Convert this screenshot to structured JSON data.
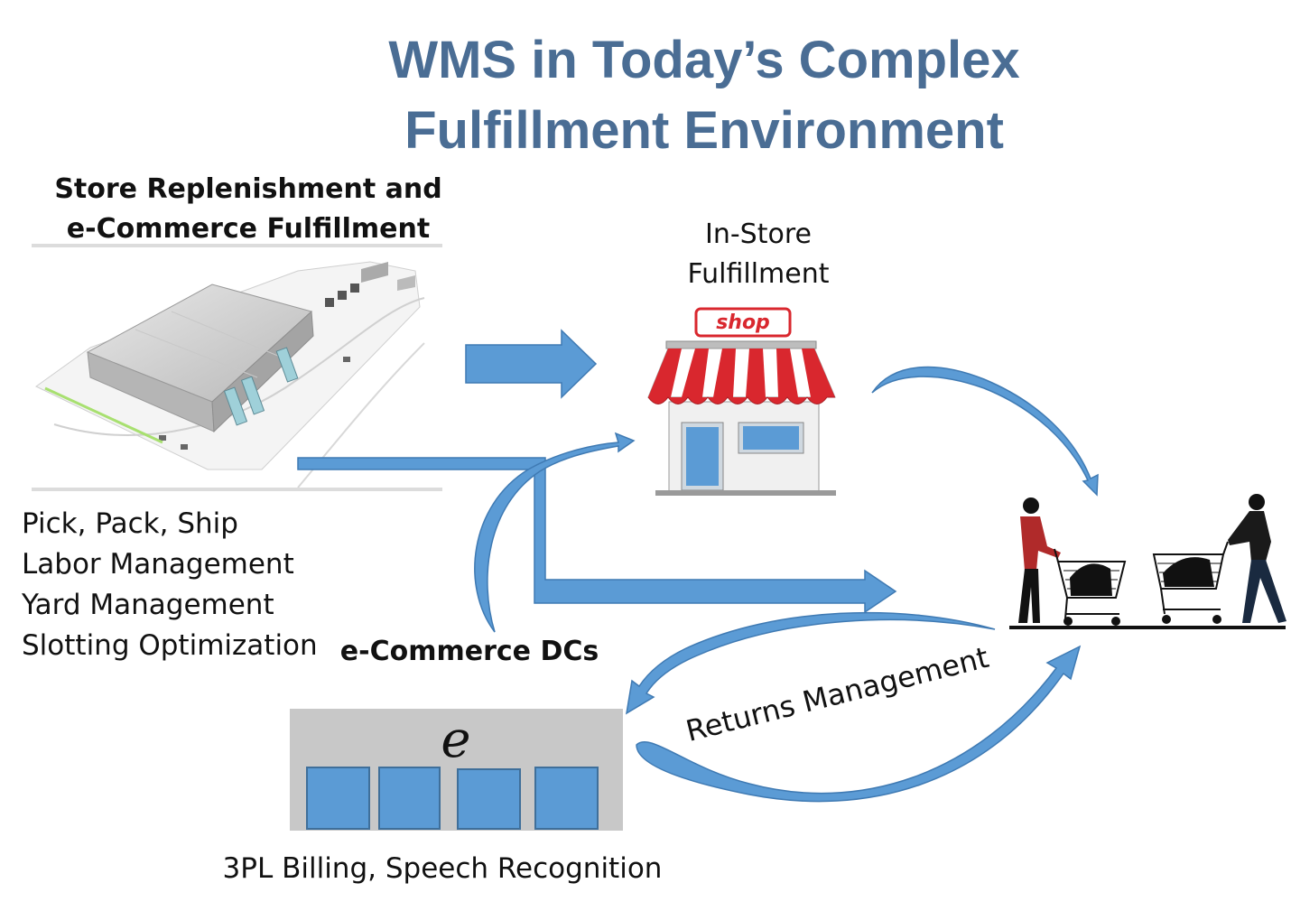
{
  "title": {
    "line1": "WMS in Today’s Complex",
    "line2": "Fulfillment Environment"
  },
  "warehouse": {
    "heading_line1": "Store Replenishment and",
    "heading_line2": "e-Commerce Fulfillment",
    "features": [
      "Pick, Pack, Ship",
      "Labor Management",
      "Yard Management",
      "Slotting Optimization"
    ]
  },
  "instore": {
    "line1": "In-Store",
    "line2": "Fulfillment",
    "sign": "shop"
  },
  "ecommerce": {
    "label": "e-Commerce DCs",
    "building_letter": "e",
    "features": "3PL Billing, Speech Recognition"
  },
  "returns": {
    "label": "Returns Management"
  },
  "colors": {
    "title": "#4a6d94",
    "arrow_fill": "#5b9bd5",
    "awning_red": "#d9272e",
    "building_gray": "#c8c8c8",
    "door_blue": "#5b9bd5"
  },
  "icons": [
    "warehouse-illustration",
    "shop-icon",
    "shoppers-icon",
    "ecommerce-building-icon"
  ]
}
